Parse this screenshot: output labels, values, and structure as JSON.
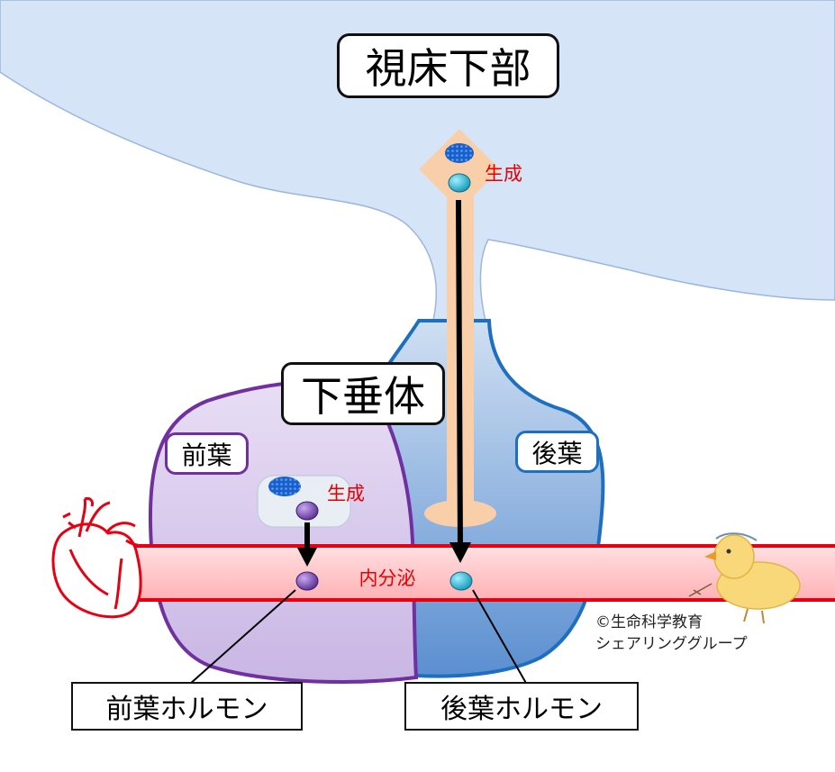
{
  "labels": {
    "hypothalamus": "視床下部",
    "pituitary": "下垂体",
    "anterior_lobe": "前葉",
    "posterior_lobe": "後葉",
    "produce_top": "生成",
    "produce_anterior": "生成",
    "secretion": "内分泌",
    "anterior_hormone": "前葉ホルモン",
    "posterior_hormone": "後葉ホルモン"
  },
  "credit": {
    "line1": "©生命科学教育",
    "line2": "シェアリンググループ"
  },
  "colors": {
    "hypothalamus_fill": "#d6e4f7",
    "hypothalamus_stroke": "#9cb6dc",
    "anterior_fill": "#d9cdee",
    "anterior_stroke": "#7030a0",
    "posterior_fill": "#b6cde9",
    "posterior_stroke": "#1f6fbf",
    "neuron": "#f8cfa8",
    "vessel_fill": "#ffc9cb",
    "vessel_stroke": "#e60012",
    "heart": "#e60012",
    "posterior_hormone_dot": "#2bb3cf",
    "anterior_hormone_dot": "#7b55b0",
    "label_red": "#e60000"
  },
  "icons": [
    "heart-icon",
    "chick-icon",
    "granule-cluster-icon"
  ]
}
